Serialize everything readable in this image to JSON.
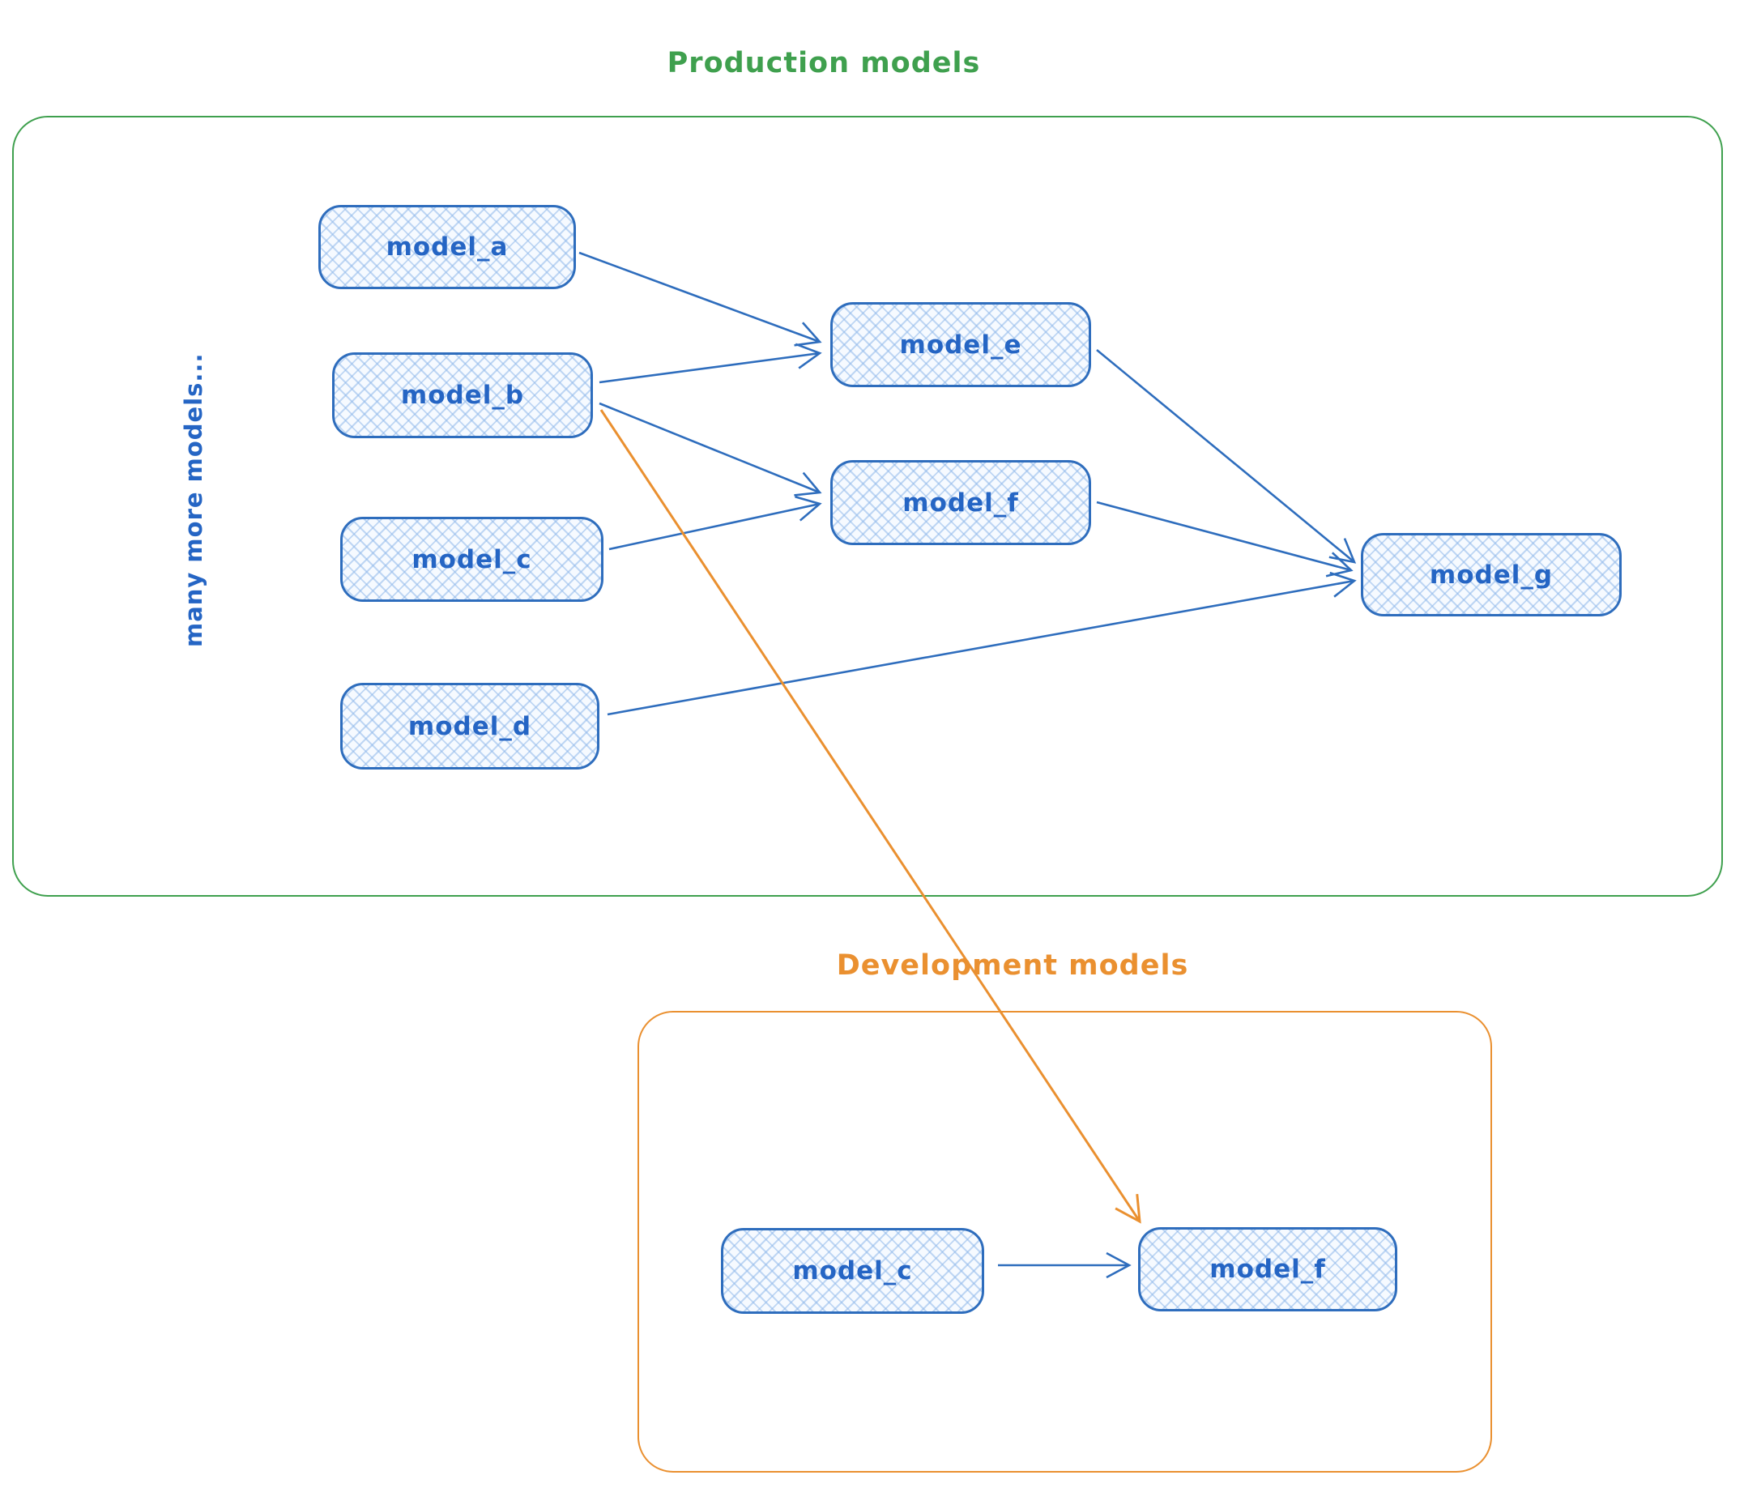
{
  "diagram": {
    "kind": "model-lineage-diagram",
    "colors": {
      "node_border_blue": "#2e6dbd",
      "node_text_blue": "#2565c4",
      "node_fill_hatch": "rgba(144,185,234,0.55)",
      "production_green": "#3fa04e",
      "development_orange": "#ea9030"
    },
    "production": {
      "title": "Production models",
      "side_note": "many more models...",
      "boxes": [
        {
          "id": "model_a",
          "label": "model_a"
        },
        {
          "id": "model_b",
          "label": "model_b"
        },
        {
          "id": "model_c",
          "label": "model_c"
        },
        {
          "id": "model_d",
          "label": "model_d"
        },
        {
          "id": "model_e",
          "label": "model_e"
        },
        {
          "id": "model_f",
          "label": "model_f"
        },
        {
          "id": "model_g",
          "label": "model_g"
        }
      ]
    },
    "development": {
      "title": "Development models",
      "boxes": [
        {
          "id": "model_c",
          "label": "model_c"
        },
        {
          "id": "model_f",
          "label": "model_f"
        }
      ]
    },
    "edges": [
      {
        "from": "model_a",
        "to": "model_e",
        "section": "production",
        "color": "blue"
      },
      {
        "from": "model_b",
        "to": "model_e",
        "section": "production",
        "color": "blue"
      },
      {
        "from": "model_b",
        "to": "model_f",
        "section": "production",
        "color": "blue"
      },
      {
        "from": "model_c",
        "to": "model_f",
        "section": "production",
        "color": "blue"
      },
      {
        "from": "model_e",
        "to": "model_g",
        "section": "production",
        "color": "blue"
      },
      {
        "from": "model_f",
        "to": "model_g",
        "section": "production",
        "color": "blue"
      },
      {
        "from": "model_d",
        "to": "model_g",
        "section": "production",
        "color": "blue"
      },
      {
        "from": "production.model_b",
        "to": "development.model_f",
        "section": "cross",
        "color": "orange"
      },
      {
        "from": "model_c",
        "to": "model_f",
        "section": "development",
        "color": "blue"
      }
    ]
  }
}
